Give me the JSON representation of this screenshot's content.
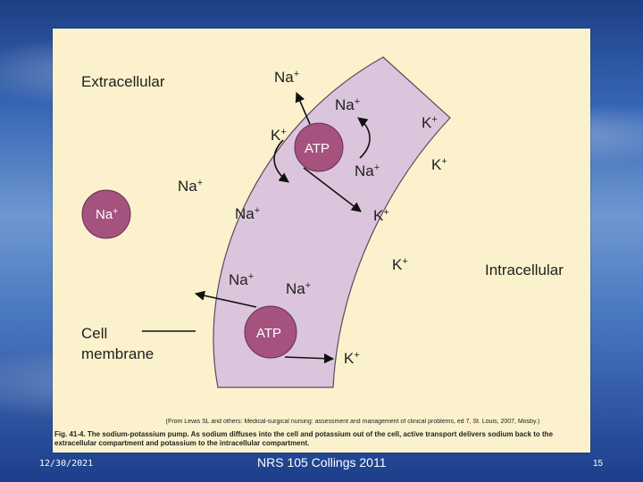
{
  "diagram": {
    "labels": {
      "extracellular": "Extracellular",
      "intracellular": "Intracellular",
      "cell_membrane_line1": "Cell",
      "cell_membrane_line2": "membrane",
      "atp": "ATP",
      "na": "Na",
      "k": "K",
      "plus": "+"
    },
    "credit": "(From Lewis SL and others: Medical-surgical nursing: assessment and management of clinical problems, ed 7, St. Louis, 2007, Mosby.)",
    "caption": "Fig. 41-4. The sodium-potassium pump. As sodium diffuses into the cell and potassium out of the cell, active transport delivers sodium back to the extracellular compartment and potassium to the intracellular compartment."
  },
  "colors": {
    "membrane_fill": "#dbc5dc",
    "circle_fill": "#a5527f",
    "paper": "#fbf2cd"
  },
  "footer": {
    "date": "12/30/2021",
    "center": "NRS 105 Collings 2011",
    "page": "15"
  }
}
